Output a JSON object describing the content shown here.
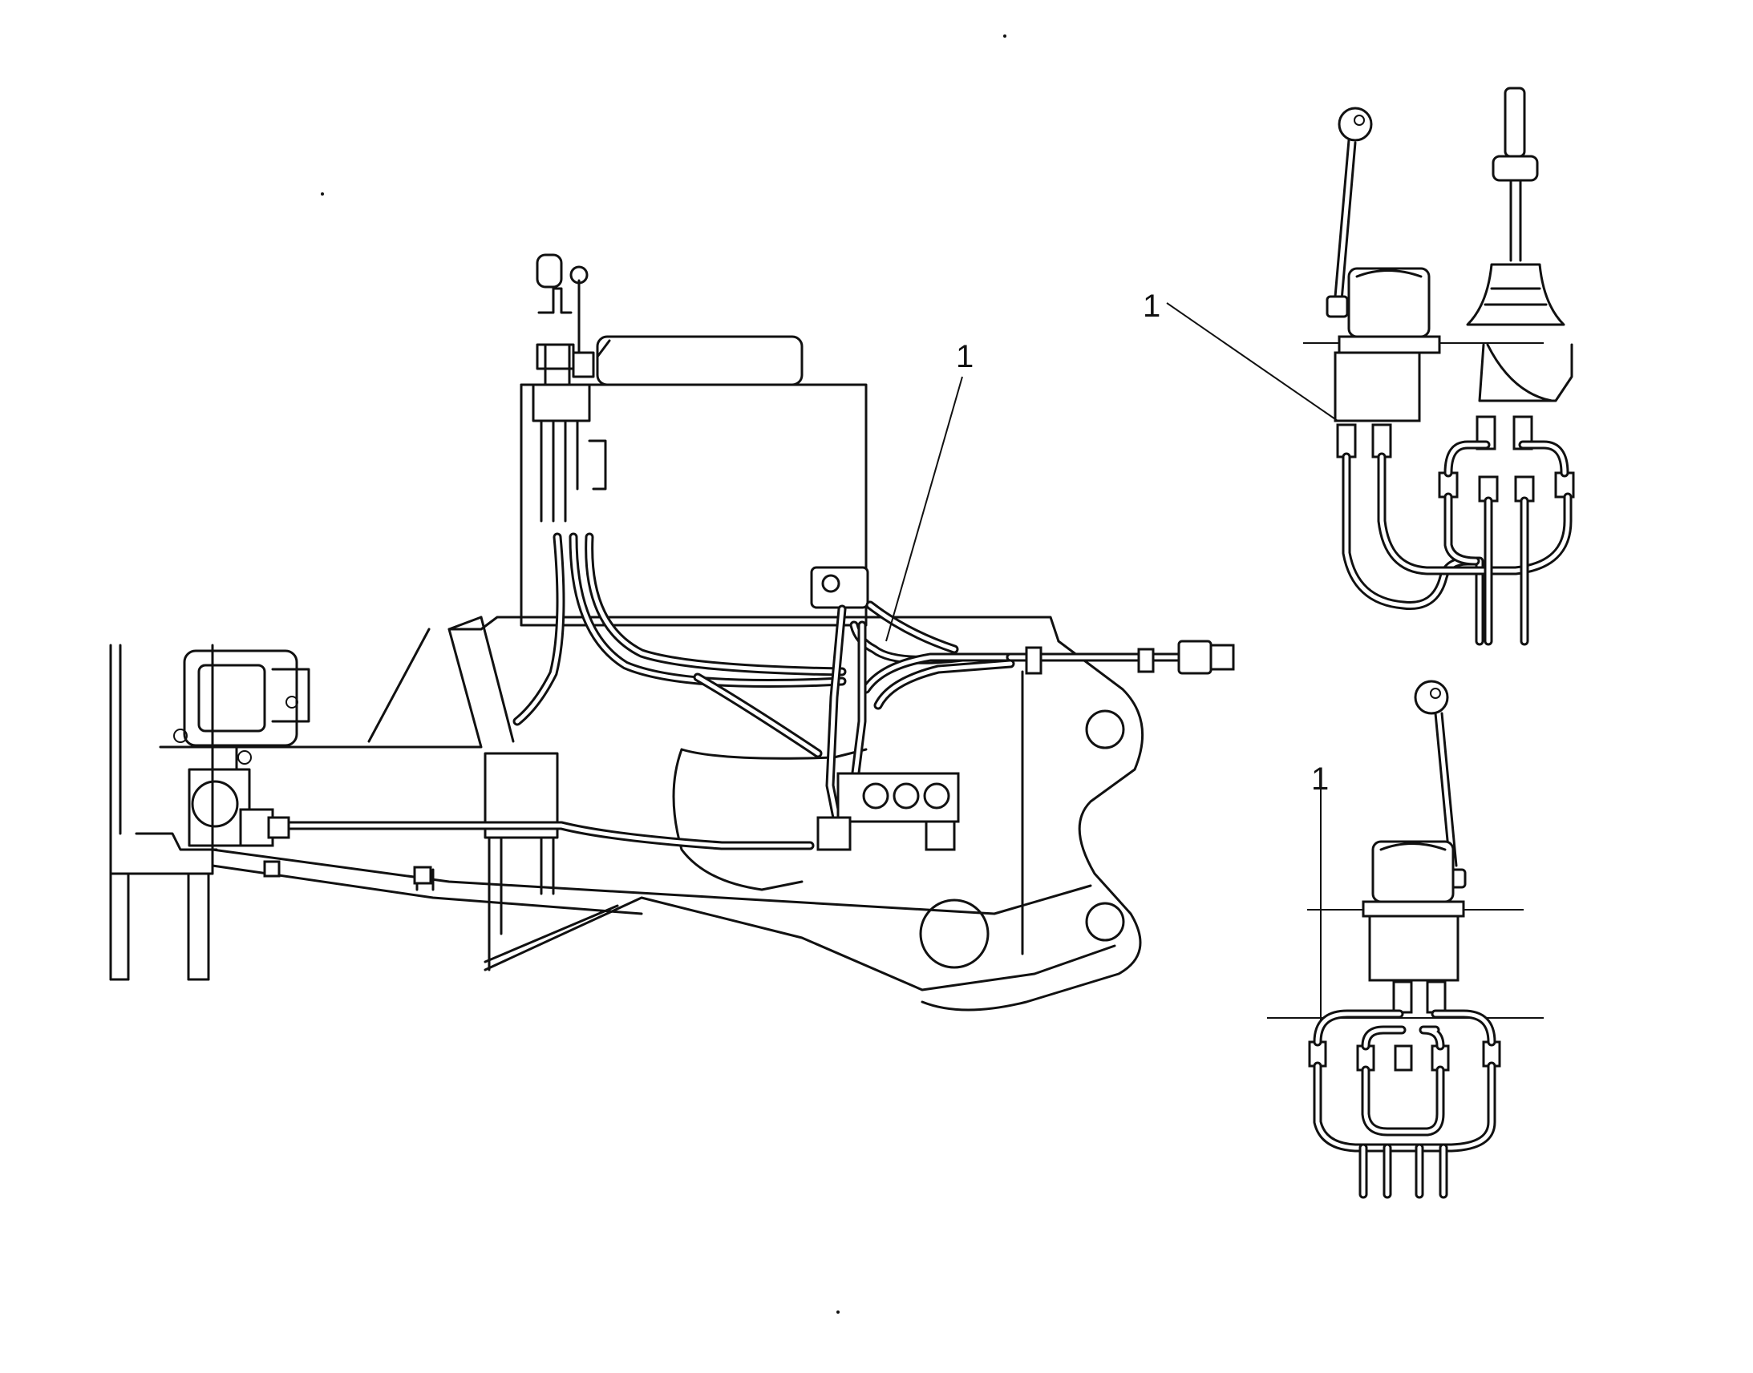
{
  "callouts": {
    "main_view": "1",
    "top_right_view": "1",
    "bottom_right_view": "1"
  }
}
